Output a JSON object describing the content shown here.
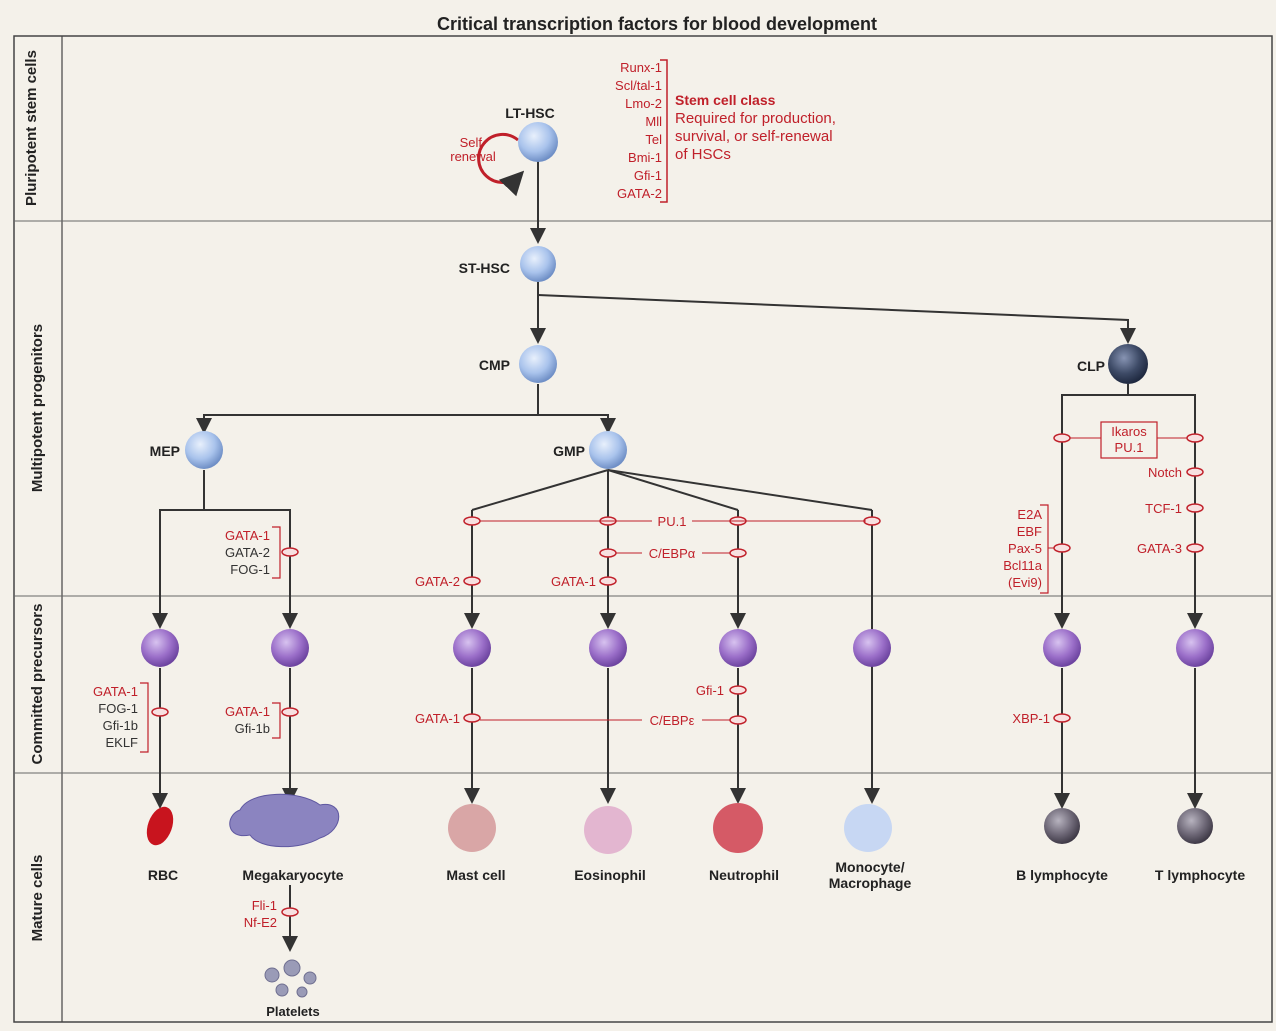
{
  "title": "Critical transcription factors for blood development",
  "rows": [
    "Pluripotent stem cells",
    "Multipotent progenitors",
    "Committed precursors",
    "Mature cells"
  ],
  "nodes": {
    "lthsc": "LT-HSC",
    "sthsc": "ST-HSC",
    "cmp": "CMP",
    "clp": "CLP",
    "mep": "MEP",
    "gmp": "GMP"
  },
  "self_renewal": [
    "Self-",
    "renewal"
  ],
  "stem_tfs": [
    "Runx-1",
    "Scl/tal-1",
    "Lmo-2",
    "Mll",
    "Tel",
    "Bmi-1",
    "Gfi-1",
    "GATA-2"
  ],
  "stem_class": {
    "title": "Stem cell class",
    "lines": [
      "Required for production,",
      "survival, or self-renewal",
      "of HSCs"
    ]
  },
  "tfs": {
    "ikaros": "Ikaros",
    "pu1_clp": "PU.1",
    "notch": "Notch",
    "tcf1": "TCF-1",
    "gata3": "GATA-3",
    "e2a": "E2A",
    "ebf": "EBF",
    "pax5": "Pax-5",
    "bcl11a": "Bcl11a",
    "evi9": "(Evi9)",
    "pu1_gmp": "PU.1",
    "cebpa": "C/EBPα",
    "gata2": "GATA-2",
    "gata1_gmp": "GATA-1",
    "gata1_mep": "GATA-1",
    "gata2_mep": "GATA-2",
    "fog1_mep": "FOG-1",
    "gata1_rbc": "GATA-1",
    "fog1_rbc": "FOG-1",
    "gfi1b_rbc": "Gfi-1b",
    "eklf": "EKLF",
    "gata1_mk": "GATA-1",
    "gfi1b_mk": "Gfi-1b",
    "gata1_mast": "GATA-1",
    "gfi1": "Gfi-1",
    "cebpe": "C/EBPε",
    "xbp1": "XBP-1",
    "fli1": "Fli-1",
    "nfe2": "Nf-E2"
  },
  "mature": [
    "RBC",
    "Megakaryocyte",
    "Mast cell",
    "Eosinophil",
    "Neutrophil",
    "Monocyte/",
    "Macrophage",
    "B lymphocyte",
    "T lymphocyte",
    "Platelets"
  ],
  "colors": {
    "tf_red": "#c0202a",
    "stem_blue": "#a9c3ec",
    "precursor_purple": "#9b6fc9",
    "clp_dark": "#3d4a66"
  }
}
